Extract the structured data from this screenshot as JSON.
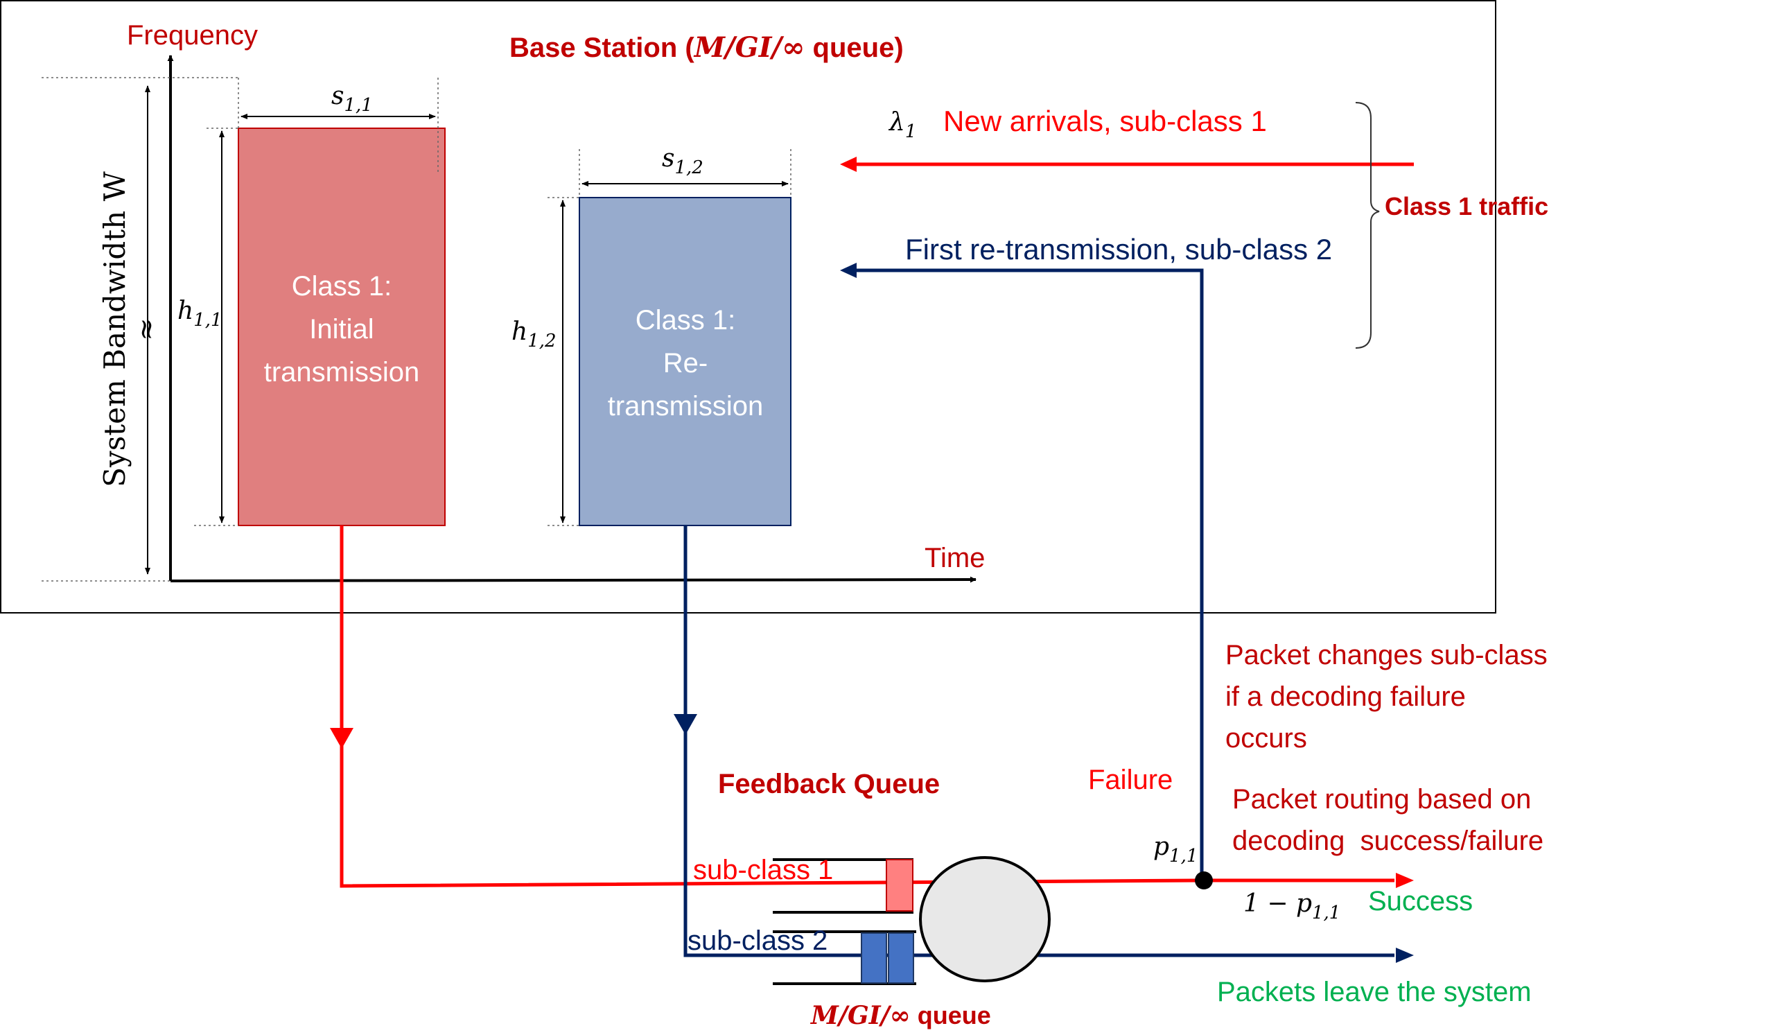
{
  "base_station": {
    "title_prefix": "Base Station (",
    "title_formula": "M/GI/∞",
    "title_suffix": " queue)"
  },
  "axes": {
    "frequency_label": "Frequency",
    "time_label": "Time",
    "bandwidth_label": "System Bandwidth W",
    "approx_symbol": "≈"
  },
  "blocks": {
    "initial": {
      "lines": [
        "Class 1:",
        "Initial",
        "transmission"
      ],
      "width_label": "s",
      "width_sub": "1,1",
      "height_label": "h",
      "height_sub": "1,1",
      "fill": "#e07f7f"
    },
    "retransmission": {
      "lines": [
        "Class 1:",
        "Re-",
        "transmission"
      ],
      "width_label": "s",
      "width_sub": "1,2",
      "height_label": "h",
      "height_sub": "1,2",
      "fill": "#97abcd"
    }
  },
  "arrivals": {
    "lambda_label": "λ",
    "lambda_sub": "1",
    "new_arrivals": "New arrivals, sub-class 1",
    "retransmission": "First re-transmission, sub-class 2",
    "class_traffic": "Class 1 traffic"
  },
  "feedback": {
    "title": "Feedback Queue",
    "subclass1": "sub-class 1",
    "subclass2": "sub-class 2",
    "queue_formula": "M/GI/∞",
    "queue_suffix": " queue"
  },
  "routing": {
    "changes_lines": [
      "Packet changes sub-class",
      "if a decoding failure",
      "occurs"
    ],
    "failure": "Failure",
    "routing_lines": [
      "Packet routing based on",
      "decoding  success/failure"
    ],
    "p_label": "p",
    "p_sub": "1,1",
    "one_minus_p": "1 − p",
    "one_minus_p_sub": "1,1",
    "success": "Success",
    "leave": "Packets leave the system"
  },
  "colors": {
    "red": "#ff0000",
    "dark_red": "#c00000",
    "navy": "#002060",
    "green": "#00b050",
    "queue_red": "#ff8080",
    "queue_blue": "#4472c4",
    "server": "#e8e8e8"
  }
}
